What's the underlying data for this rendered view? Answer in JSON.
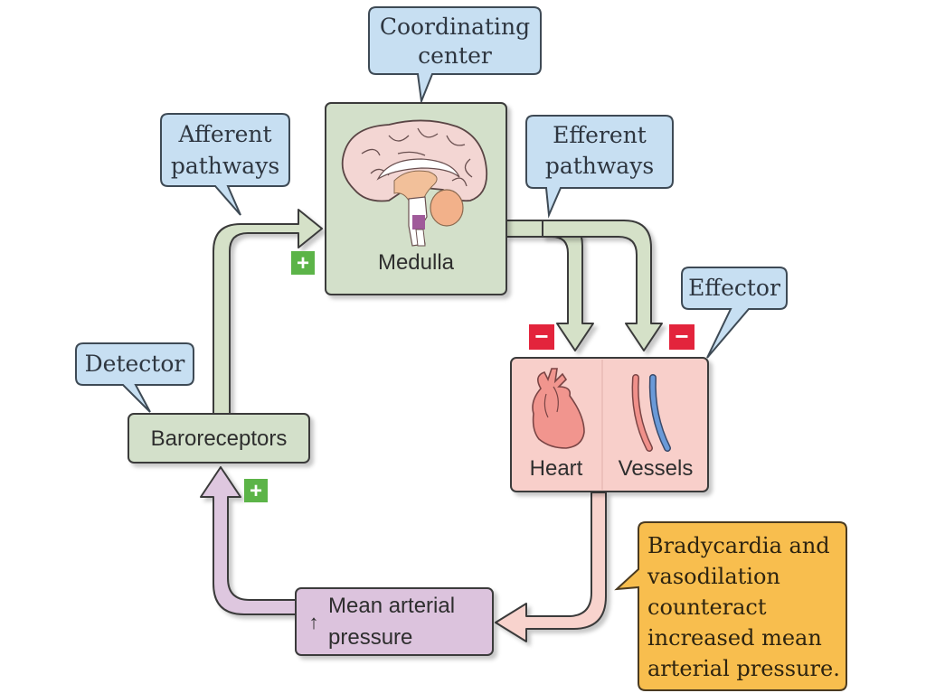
{
  "title": "Baroreceptor reflex negative feedback loop",
  "colors": {
    "callout_blue": "#c7dff2",
    "callout_border": "#3e4a55",
    "green_box": "#d3e0ca",
    "green_arrow": "#d5e1c8",
    "pink_box": "#f8cfca",
    "pink_arrow": "#f8d3cd",
    "purple_box": "#dcc3dd",
    "purple_arrow": "#dec7df",
    "orange_note": "#f8be4e",
    "plus_green": "#5cb448",
    "minus_red": "#e3243c",
    "text_dark": "#2e2e2e"
  },
  "callouts": {
    "coordinating_center": [
      "Coordinating",
      "center"
    ],
    "afferent": [
      "Afferent",
      "pathways"
    ],
    "efferent": [
      "Efferent",
      "pathways"
    ],
    "effector": [
      "Effector"
    ],
    "detector": [
      "Detector"
    ]
  },
  "nodes": {
    "medulla": "Medulla",
    "baroreceptors": "Baroreceptors",
    "heart": "Heart",
    "vessels": "Vessels",
    "map_line1": "Mean arterial",
    "map_line2": "pressure",
    "map_arrow_icon": "↑"
  },
  "signs": {
    "afferent_sign": "+",
    "stimulus_sign": "+",
    "heart_sign": "−",
    "vessels_sign": "−"
  },
  "note": {
    "lines": [
      "Bradycardia and",
      "vasodilation",
      "counteract",
      "increased mean",
      "arterial pressure."
    ]
  },
  "icons": {
    "medulla": "brain-icon",
    "heart": "heart-icon",
    "vessels": "blood-vessels-icon"
  }
}
